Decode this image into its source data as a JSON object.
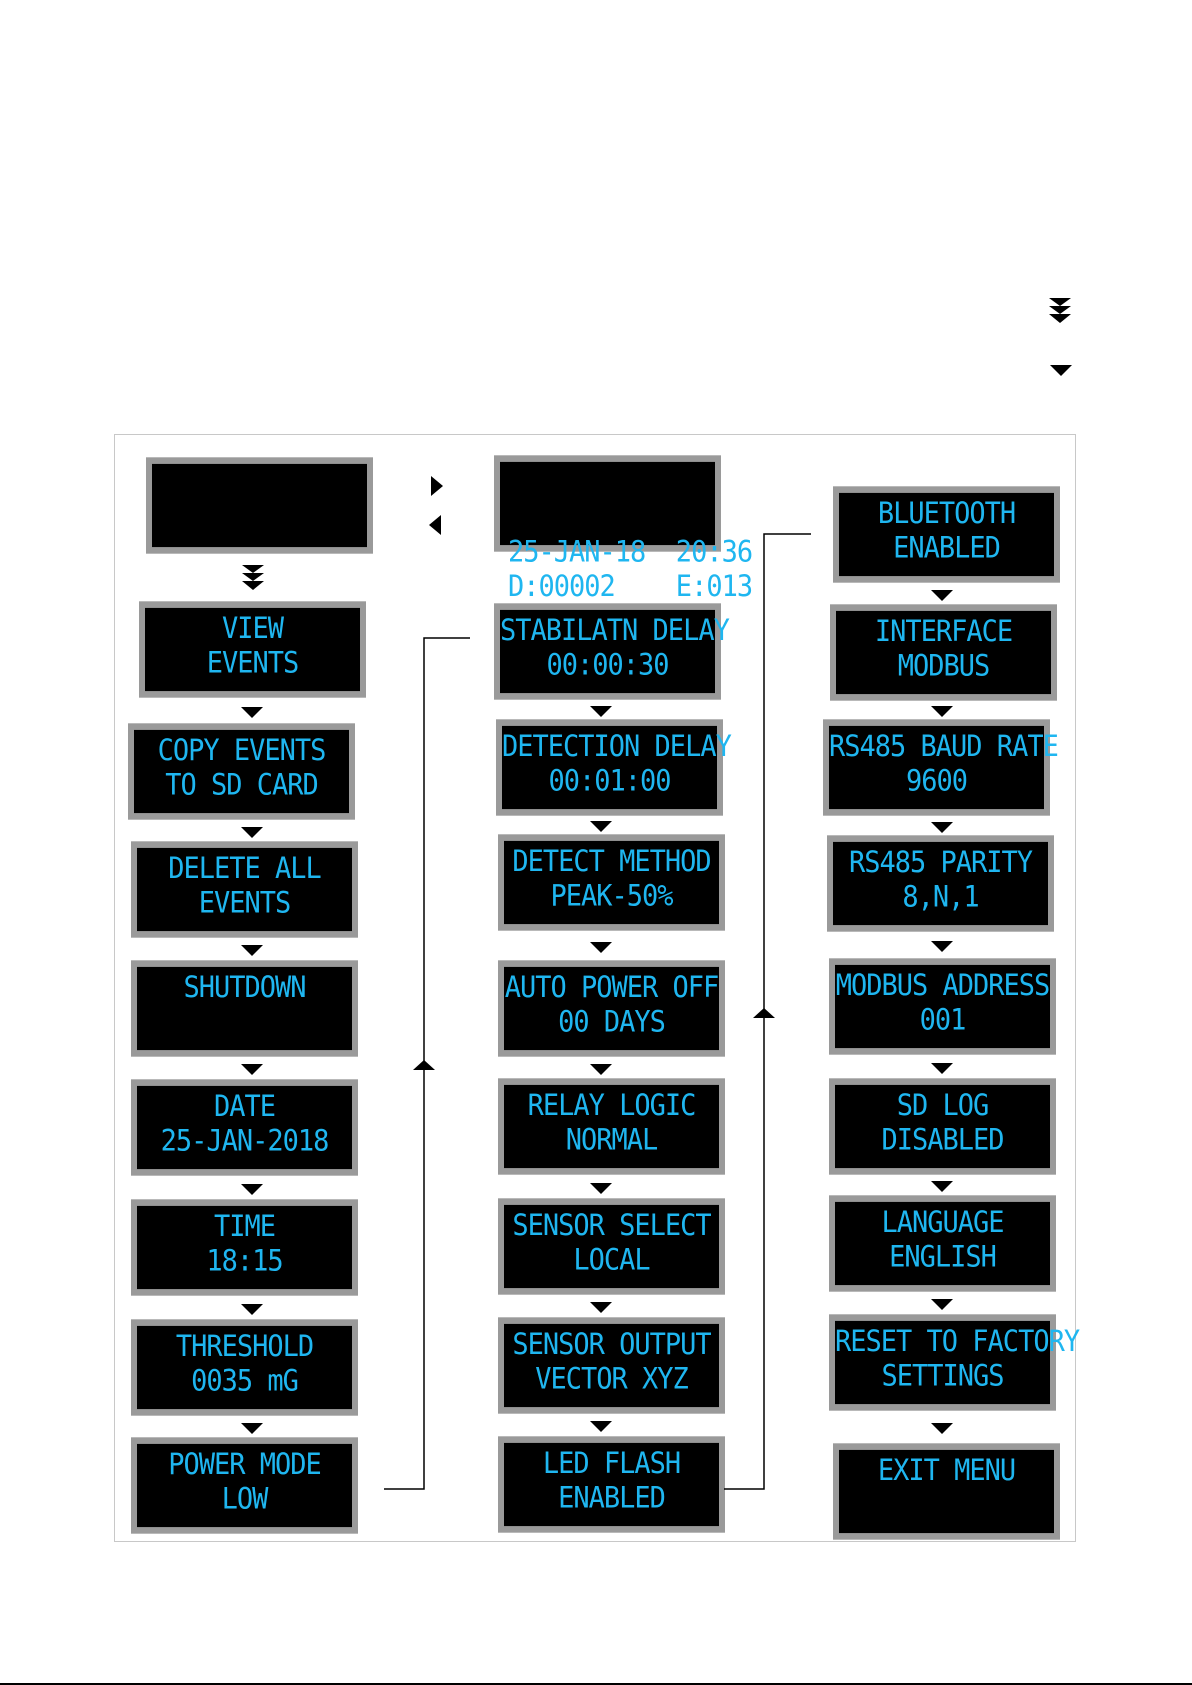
{
  "legend": {
    "fast_down_icon": "double-down-arrow-icon",
    "down_icon": "down-arrow-icon"
  },
  "home": {
    "blank_display": [
      "",
      ""
    ],
    "status_display": [
      "25-JAN-18  20:36",
      "D:00002    E:013"
    ],
    "right_icon": "right-arrow-icon",
    "left_icon": "left-arrow-icon",
    "fast_down_icon": "double-down-arrow-icon"
  },
  "column1": [
    {
      "lines": [
        "VIEW",
        "EVENTS"
      ]
    },
    {
      "lines": [
        "COPY EVENTS",
        "TO SD CARD"
      ]
    },
    {
      "lines": [
        "DELETE ALL",
        "EVENTS"
      ]
    },
    {
      "lines": [
        "SHUTDOWN",
        ""
      ]
    },
    {
      "lines": [
        "DATE",
        "25-JAN-2018"
      ]
    },
    {
      "lines": [
        "TIME",
        "18:15"
      ]
    },
    {
      "lines": [
        "THRESHOLD",
        "0035 mG"
      ]
    },
    {
      "lines": [
        "POWER MODE",
        "LOW"
      ]
    }
  ],
  "column2": [
    {
      "lines": [
        "STABILATN DELAY",
        "00:00:30"
      ]
    },
    {
      "lines": [
        "DETECTION DELAY",
        "00:01:00"
      ]
    },
    {
      "lines": [
        "DETECT METHOD",
        "PEAK-50%"
      ]
    },
    {
      "lines": [
        "AUTO POWER OFF",
        "00 DAYS"
      ]
    },
    {
      "lines": [
        "RELAY LOGIC",
        "NORMAL"
      ]
    },
    {
      "lines": [
        "SENSOR SELECT",
        "LOCAL"
      ]
    },
    {
      "lines": [
        "SENSOR OUTPUT",
        "VECTOR XYZ"
      ]
    },
    {
      "lines": [
        "LED FLASH",
        "ENABLED"
      ]
    }
  ],
  "column3": [
    {
      "lines": [
        "BLUETOOTH",
        "ENABLED"
      ]
    },
    {
      "lines": [
        "INTERFACE",
        "MODBUS"
      ]
    },
    {
      "lines": [
        "RS485 BAUD RATE",
        "9600"
      ]
    },
    {
      "lines": [
        "RS485 PARITY",
        "8,N,1"
      ]
    },
    {
      "lines": [
        "MODBUS ADDRESS",
        "001"
      ]
    },
    {
      "lines": [
        "SD LOG",
        "DISABLED"
      ]
    },
    {
      "lines": [
        "LANGUAGE",
        "ENGLISH"
      ]
    },
    {
      "lines": [
        "RESET TO FACTORY",
        "SETTINGS"
      ]
    },
    {
      "lines": [
        "EXIT MENU",
        ""
      ]
    }
  ],
  "colors": {
    "lcd_text": "#1fb6f0",
    "lcd_background": "#000000",
    "lcd_bezel": "#9a9a9a",
    "arrow": "#000000"
  }
}
